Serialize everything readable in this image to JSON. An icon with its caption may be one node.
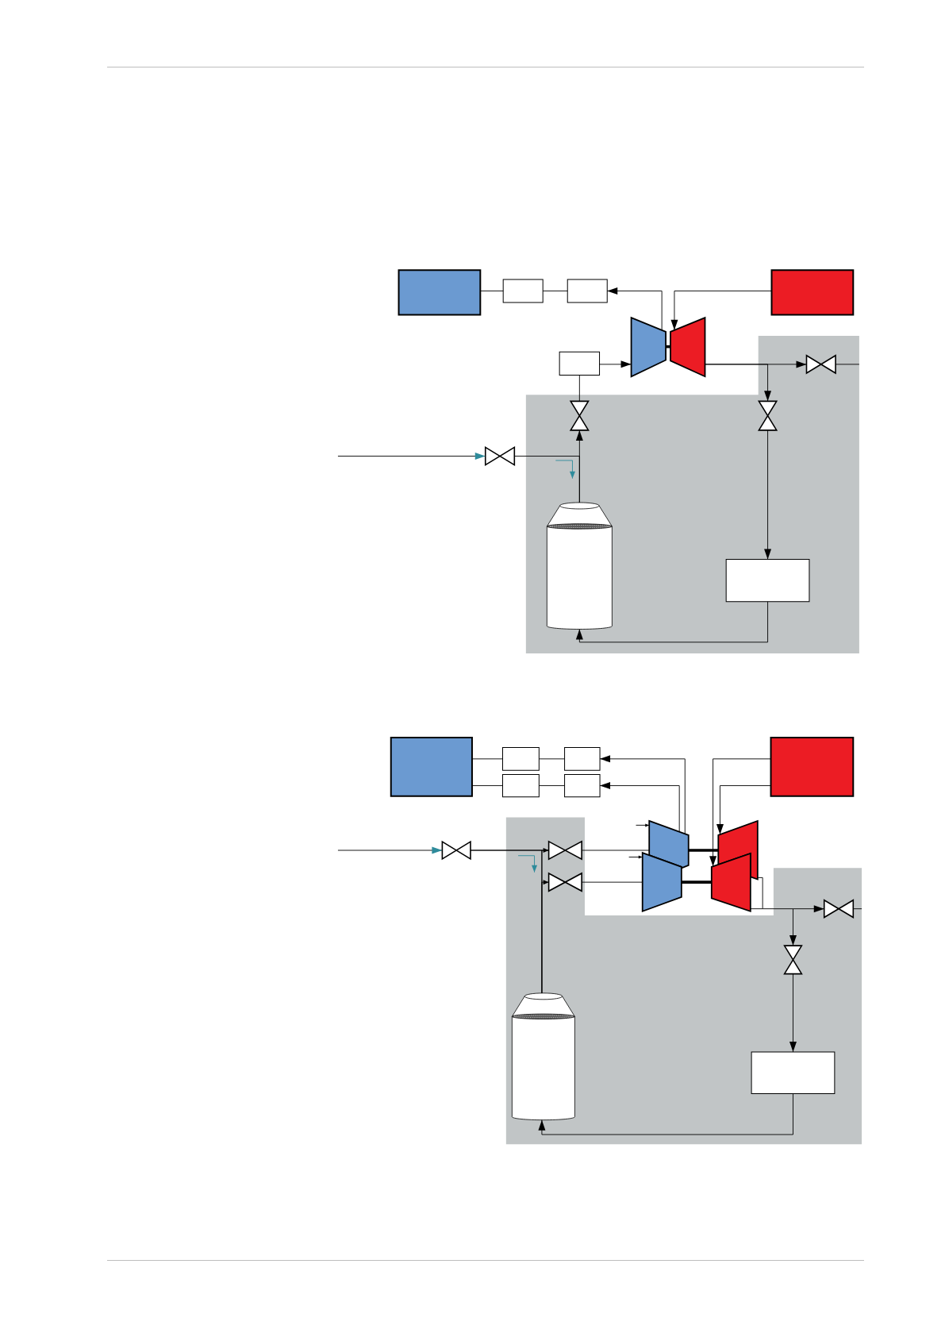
{
  "diagram": {
    "nodes": [
      {
        "text": [],
        "shape": "box"
      },
      {
        "text": [],
        "shape": "box"
      },
      {
        "text": [],
        "shape": "box"
      },
      {
        "text": [],
        "shape": "box"
      },
      {
        "text": [],
        "shape": "box"
      },
      {
        "text": [],
        "shape": "trapezoid"
      },
      {
        "text": [],
        "shape": "trapezoid"
      },
      {
        "text": [],
        "shape": "area"
      },
      {
        "text": [],
        "shape": "valve"
      },
      {
        "text": [],
        "shape": "valve",
        "in": 7
      },
      {
        "text": [],
        "shape": "valve",
        "in": 7
      },
      {
        "text": [],
        "shape": "valve",
        "in": 7
      },
      {
        "text": [],
        "shape": "tank",
        "in": 7
      },
      {
        "text": [],
        "shape": "box",
        "in": 7
      },
      {
        "text": [],
        "shape": "box"
      },
      {
        "text": [],
        "shape": "box"
      },
      {
        "text": [],
        "shape": "box"
      },
      {
        "text": [],
        "shape": "box"
      },
      {
        "text": [],
        "shape": "box"
      },
      {
        "text": [],
        "shape": "box"
      },
      {
        "text": [],
        "shape": "area"
      },
      {
        "text": [],
        "shape": "valve"
      },
      {
        "text": [],
        "shape": "valve",
        "in": 20
      },
      {
        "text": [],
        "shape": "trapezoid"
      },
      {
        "text": [],
        "shape": "trapezoid"
      },
      {
        "text": [],
        "shape": "valve",
        "in": 20
      },
      {
        "text": [],
        "shape": "trapezoid"
      },
      {
        "text": [],
        "shape": "trapezoid"
      },
      {
        "text": [],
        "shape": "valve",
        "in": 20
      },
      {
        "text": [],
        "shape": "valve",
        "in": 20
      },
      {
        "text": [],
        "shape": "tank",
        "in": 20
      },
      {
        "text": [],
        "shape": "box",
        "in": 20
      }
    ],
    "edges": [
      {
        "from": 5,
        "to": 2,
        "arrow": "to"
      },
      {
        "from": 2,
        "to": 1,
        "arrow": "none"
      },
      {
        "from": 1,
        "to": 0,
        "arrow": "none"
      },
      {
        "from": 3,
        "to": 6,
        "arrow": "to"
      },
      {
        "from": 4,
        "to": 5,
        "arrow": "to"
      },
      {
        "from": 5,
        "to": 6,
        "arrow": "none",
        "style": "thick"
      },
      {
        "from": null,
        "to": 8,
        "arrow": "to"
      },
      {
        "from": 8,
        "to": 12,
        "arrow": "none"
      },
      {
        "from": 12,
        "to": 9,
        "arrow": "to"
      },
      {
        "from": 9,
        "to": 4,
        "arrow": "none"
      },
      {
        "from": 6,
        "to": 11,
        "arrow": "to"
      },
      {
        "from": 6,
        "to": 10,
        "arrow": "to"
      },
      {
        "from": 11,
        "to": 7,
        "arrow": "none"
      },
      {
        "from": 10,
        "to": 13,
        "arrow": "to"
      },
      {
        "from": 13,
        "to": 12,
        "arrow": "to"
      },
      {
        "from": 23,
        "to": 16,
        "arrow": "to"
      },
      {
        "from": 16,
        "to": 15,
        "arrow": "none"
      },
      {
        "from": 15,
        "to": 14,
        "arrow": "none"
      },
      {
        "from": 23,
        "to": 19,
        "arrow": "to"
      },
      {
        "from": 19,
        "to": 18,
        "arrow": "none"
      },
      {
        "from": 18,
        "to": 14,
        "arrow": "none"
      },
      {
        "from": 17,
        "to": 27,
        "arrow": "to"
      },
      {
        "from": 17,
        "to": 24,
        "arrow": "to"
      },
      {
        "from": null,
        "to": 23,
        "arrow": "to"
      },
      {
        "from": null,
        "to": 26,
        "arrow": "to"
      },
      {
        "from": null,
        "to": 21,
        "arrow": "to"
      },
      {
        "from": 21,
        "to": 22,
        "arrow": "none"
      },
      {
        "from": 21,
        "to": 30,
        "arrow": "none"
      },
      {
        "from": 30,
        "to": 22,
        "arrow": "to"
      },
      {
        "from": 30,
        "to": 25,
        "arrow": "to"
      },
      {
        "from": 22,
        "to": 23,
        "arrow": "none"
      },
      {
        "from": 25,
        "to": 26,
        "arrow": "none"
      },
      {
        "from": 23,
        "to": 24,
        "arrow": "none",
        "style": "thick"
      },
      {
        "from": 26,
        "to": 27,
        "arrow": "none",
        "style": "thick"
      },
      {
        "from": 27,
        "to": 28,
        "arrow": "to"
      },
      {
        "from": 27,
        "to": 29,
        "arrow": "to"
      },
      {
        "from": 24,
        "to": 28,
        "arrow": "to"
      },
      {
        "from": 24,
        "to": 29,
        "arrow": "to"
      },
      {
        "from": 28,
        "to": 20,
        "arrow": "none"
      },
      {
        "from": 29,
        "to": 31,
        "arrow": "to"
      },
      {
        "from": 31,
        "to": 30,
        "arrow": "to"
      }
    ]
  }
}
